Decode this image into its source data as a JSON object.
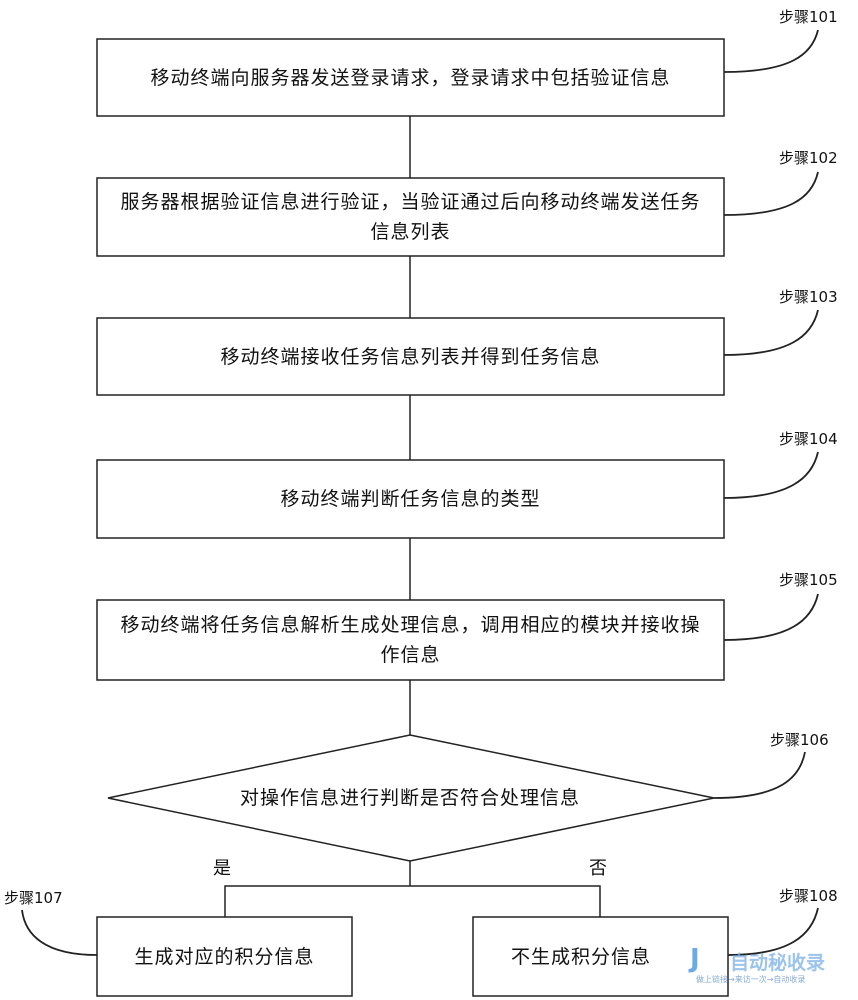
{
  "steps": [
    {
      "label": "步骤101",
      "text": "移动终端向服务器发送登录请求，登录请求中包括验证信息"
    },
    {
      "label": "步骤102",
      "text": "服务器根据验证信息进行验证，当验证通过后向移动终端发送任务信息列表"
    },
    {
      "label": "步骤103",
      "text": "移动终端接收任务信息列表并得到任务信息"
    },
    {
      "label": "步骤104",
      "text": "移动终端判断任务信息的类型"
    },
    {
      "label": "步骤105",
      "text": "移动终端将任务信息解析生成处理信息，调用相应的模块并接收操作信息"
    },
    {
      "label": "步骤106",
      "text": "对操作信息进行判断是否符合处理信息"
    },
    {
      "label": "步骤107",
      "text": "生成对应的积分信息"
    },
    {
      "label": "步骤108",
      "text": "不生成积分信息"
    }
  ],
  "branches": {
    "yes": "是",
    "no": "否"
  },
  "watermark": {
    "logo": "J",
    "text": "自动秘收录",
    "sub": "做上链接→来访一次→自动收录"
  }
}
